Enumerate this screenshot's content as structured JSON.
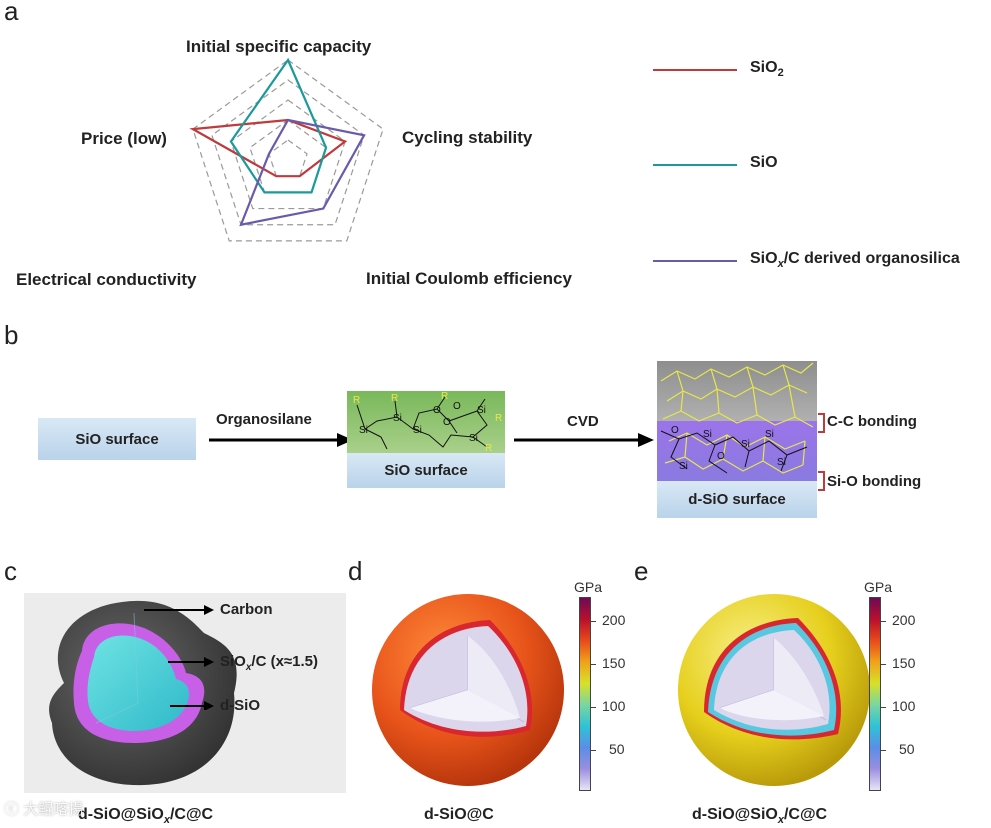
{
  "panel_a": {
    "letter": "a",
    "axes": [
      "Initial specific capacity",
      "Cycling stability",
      "Initial Coulomb efficiency",
      "Electrical conductivity",
      "Price (low)"
    ],
    "series": [
      {
        "name_base": "SiO",
        "name_sub": "2",
        "color": "#c0393b",
        "values": [
          0.4,
          0.6,
          0.2,
          0.2,
          1.0
        ]
      },
      {
        "name_base": "SiO",
        "name_sub": "",
        "color": "#1a9a9a",
        "values": [
          1.0,
          0.4,
          0.4,
          0.4,
          0.6
        ]
      },
      {
        "name_base": "SiO",
        "name_italic": "x",
        "name_rest": "/C derived organosilica",
        "color": "#6a5aaa",
        "values": [
          0.4,
          0.8,
          0.6,
          0.8,
          0.2
        ]
      }
    ],
    "grid_levels": 5
  },
  "panel_b": {
    "letter": "b",
    "box1": "SiO surface",
    "arrow1": "Organosilane",
    "box2": "SiO surface",
    "arrow2": "CVD",
    "box3": "d-SiO surface",
    "bond1": "C-C bonding",
    "bond2": "Si-O bonding",
    "si": "Si",
    "o": "O",
    "r": "R"
  },
  "panel_c": {
    "letter": "c",
    "label_carbon": "Carbon",
    "label_siox_a": "SiO",
    "label_siox_x": "x",
    "label_siox_b": "/C (x≈1.5)",
    "label_core": "d-SiO",
    "caption_a": "d-SiO@SiO",
    "caption_x": "x",
    "caption_b": "/C@C"
  },
  "panel_d": {
    "letter": "d",
    "caption": "d-SiO@C",
    "unit": "GPa",
    "ticks": [
      "200",
      "150",
      "100",
      "50"
    ]
  },
  "panel_e": {
    "letter": "e",
    "caption_a": "d-SiO@SiO",
    "caption_x": "x",
    "caption_b": "/C@C",
    "unit": "GPa",
    "ticks": [
      "200",
      "150",
      "100",
      "50"
    ]
  },
  "watermark": "大鲲喀揚"
}
